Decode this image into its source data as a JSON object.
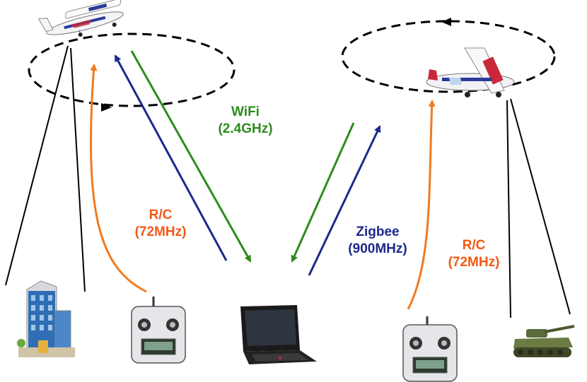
{
  "labels": {
    "wifi": {
      "line1": "WiFi",
      "line2": "(2.4GHz)",
      "color": "#2e8b1e"
    },
    "rc_left": {
      "line1": "R/C",
      "line2": "(72MHz)",
      "color": "#f05a14"
    },
    "zigbee": {
      "line1": "Zigbee",
      "line2": "(900MHz)",
      "color": "#1c2a8c"
    },
    "rc_right": {
      "line1": "R/C",
      "line2": "(72MHz)",
      "color": "#f05a14"
    }
  },
  "colors": {
    "wifi_link": "#2e8b1e",
    "zigbee_link": "#1c2a8c",
    "rc_link": "#f07a20",
    "tether": "#000000",
    "orbit": "#000000"
  },
  "icons": [
    "airplane-icon",
    "building-icon",
    "rc-transmitter-icon",
    "laptop-icon",
    "tank-icon"
  ]
}
